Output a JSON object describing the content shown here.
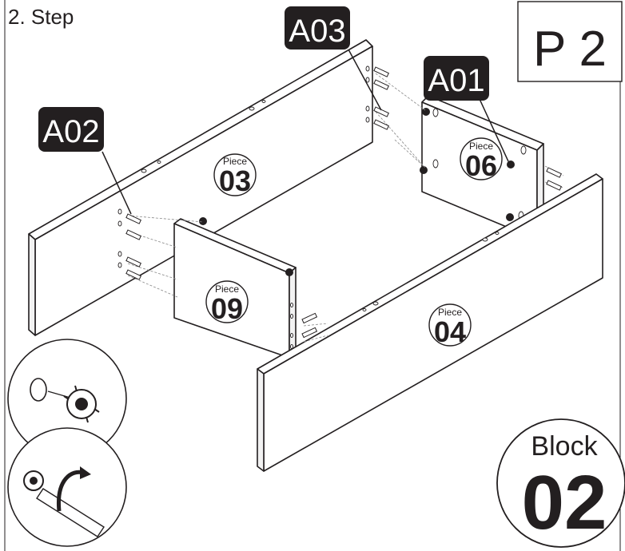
{
  "header": {
    "step_title": "2. Step",
    "page_label": "P 2"
  },
  "fittings": [
    {
      "code": "A03"
    },
    {
      "code": "A01"
    },
    {
      "code": "A02"
    }
  ],
  "pieces": [
    {
      "caption": "Piece",
      "number": "03"
    },
    {
      "caption": "Piece",
      "number": "06"
    },
    {
      "caption": "Piece",
      "number": "09"
    },
    {
      "caption": "Piece",
      "number": "04"
    }
  ],
  "block": {
    "word": "Block",
    "number": "02"
  },
  "colors": {
    "ink": "#231f20",
    "badge_bg": "#231f20",
    "badge_text": "#ffffff",
    "paper": "#ffffff"
  },
  "icons": [
    "cam-lock-insert-icon",
    "cam-lock-tighten-screwdriver-icon"
  ]
}
